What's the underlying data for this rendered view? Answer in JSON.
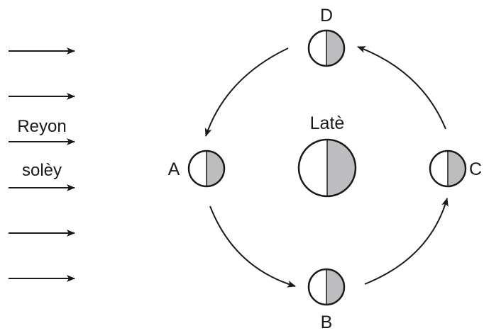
{
  "sunlight": {
    "label_line1": "Reyon",
    "label_line2": "solèy"
  },
  "earth": {
    "label": "Latè"
  },
  "moon_positions": [
    {
      "id": "A",
      "label": "A"
    },
    {
      "id": "B",
      "label": "B"
    },
    {
      "id": "C",
      "label": "C"
    },
    {
      "id": "D",
      "label": "D"
    }
  ],
  "colors": {
    "ink": "#1a1a1a",
    "shadow": "#bdbdbf",
    "lit": "#ffffff"
  }
}
